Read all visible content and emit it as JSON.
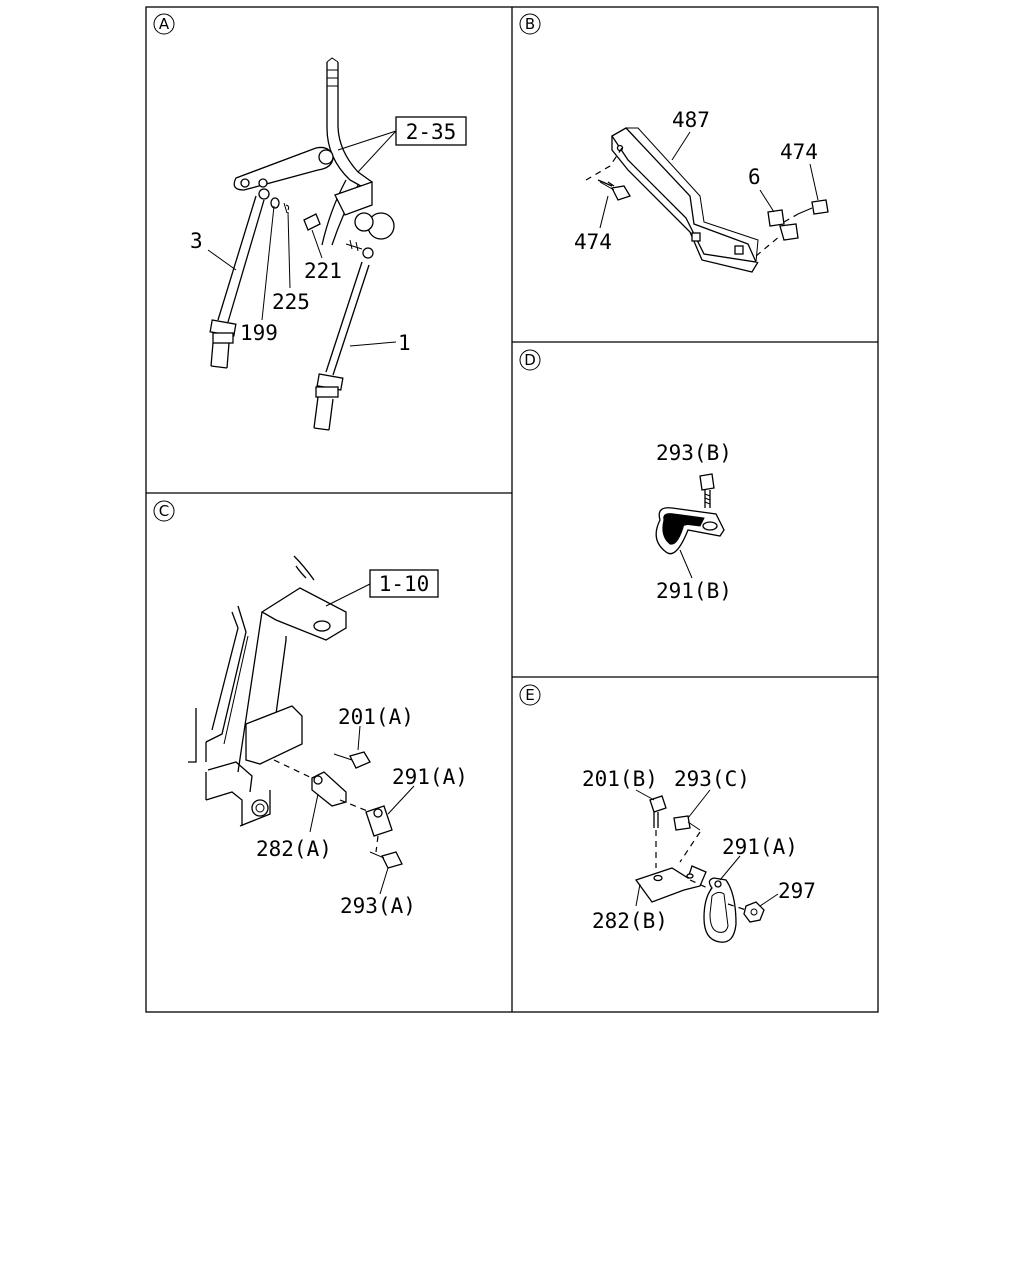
{
  "panels": {
    "a": {
      "id": "A",
      "labels": {
        "ref": "2-35",
        "p3": "3",
        "p225": "225",
        "p221": "221",
        "p199": "199",
        "p1": "1"
      }
    },
    "b": {
      "id": "B",
      "labels": {
        "p487": "487",
        "p474a": "474",
        "p6": "6",
        "p474b": "474"
      }
    },
    "c": {
      "id": "C",
      "labels": {
        "ref": "1-10",
        "p201": "201(A)",
        "p291": "291(A)",
        "p282": "282(A)",
        "p293": "293(A)"
      }
    },
    "d": {
      "id": "D",
      "labels": {
        "p293": "293(B)",
        "p291": "291(B)"
      }
    },
    "e": {
      "id": "E",
      "labels": {
        "p201": "201(B)",
        "p293": "293(C)",
        "p291": "291(A)",
        "p297": "297",
        "p282": "282(B)"
      }
    }
  }
}
